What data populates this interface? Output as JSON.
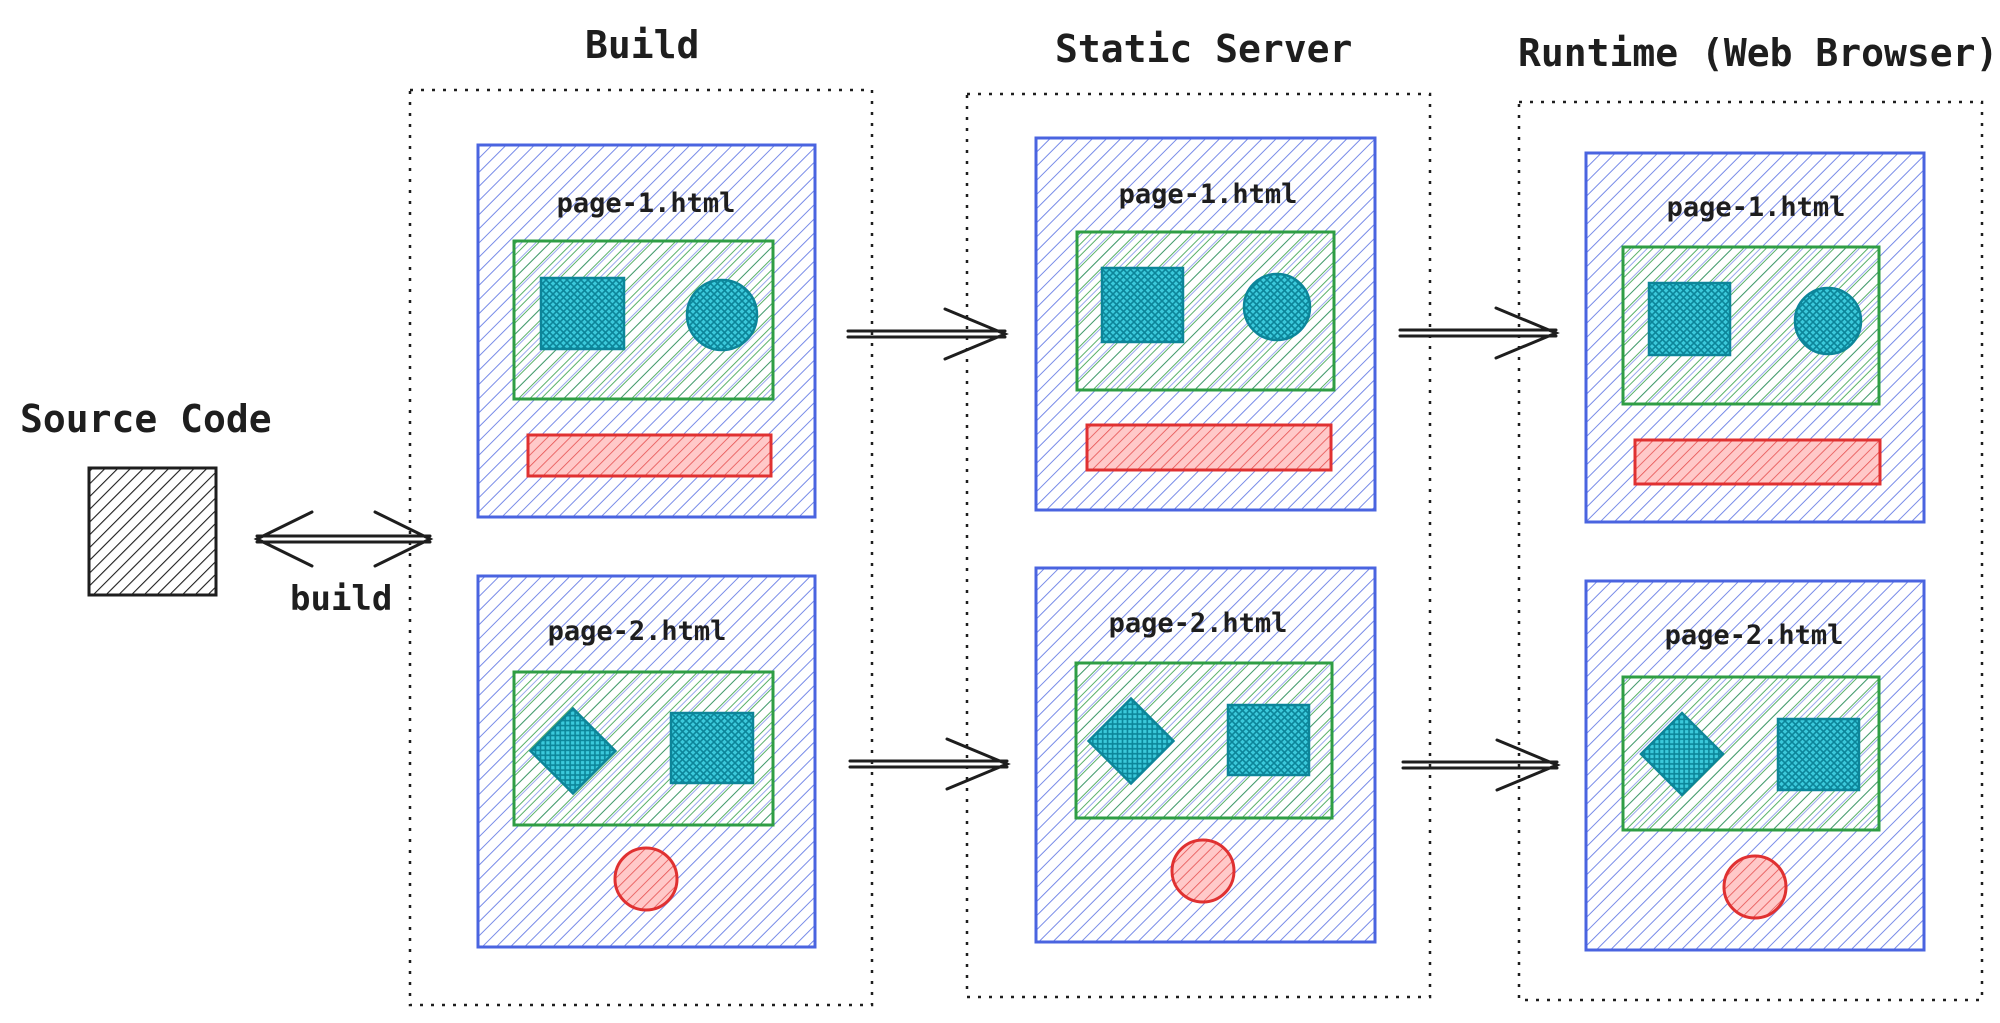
{
  "source": {
    "title": "Source Code",
    "edge_label": "build"
  },
  "stages": [
    {
      "id": "build",
      "title": "Build",
      "pages": [
        {
          "file": "page-1.html",
          "layout": "square-circle-bar"
        },
        {
          "file": "page-2.html",
          "layout": "diamond-square-dot"
        }
      ]
    },
    {
      "id": "static-server",
      "title": "Static Server",
      "pages": [
        {
          "file": "page-1.html",
          "layout": "square-circle-bar"
        },
        {
          "file": "page-2.html",
          "layout": "diamond-square-dot"
        }
      ]
    },
    {
      "id": "runtime",
      "title": "Runtime (Web Browser)",
      "pages": [
        {
          "file": "page-1.html",
          "layout": "square-circle-bar"
        },
        {
          "file": "page-2.html",
          "layout": "diamond-square-dot"
        }
      ]
    }
  ],
  "colors": {
    "page": "#4a64e0",
    "panel": "#2f9e44",
    "shape": "#0c8599",
    "accent": "#e03131",
    "source": "#1e1e1e"
  }
}
